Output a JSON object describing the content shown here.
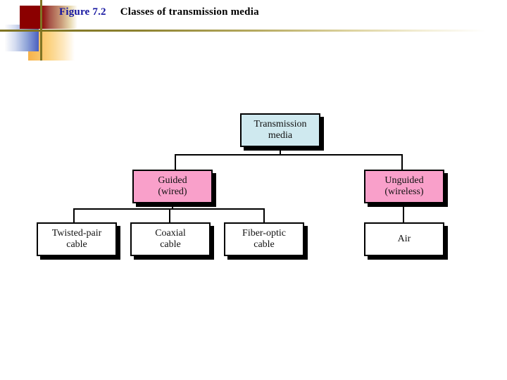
{
  "header": {
    "figure_number": "Figure 7.2",
    "caption": "Classes of transmission media",
    "figure_number_color": "#1414a0",
    "caption_color": "#000000",
    "rule_color": "#807524",
    "decoration": {
      "red_square_color": "#8b0000",
      "blue_square_color": "#4a5fc0",
      "orange_square_color": "#f6b24a",
      "cross_line_color": "#807524"
    }
  },
  "diagram": {
    "type": "tree",
    "root": {
      "id": "transmission-media",
      "label_line1": "Transmission",
      "label_line2": "media",
      "fill": "#cfe9ef"
    },
    "level2": [
      {
        "id": "guided",
        "label_line1": "Guided",
        "label_line2": "(wired)",
        "fill": "#f9a0ca"
      },
      {
        "id": "unguided",
        "label_line1": "Unguided",
        "label_line2": "(wireless)",
        "fill": "#f9a0ca"
      }
    ],
    "level3": [
      {
        "id": "twisted-pair-cable",
        "parent": "guided",
        "label_line1": "Twisted-pair",
        "label_line2": "cable",
        "fill": "#ffffff"
      },
      {
        "id": "coaxial-cable",
        "parent": "guided",
        "label_line1": "Coaxial",
        "label_line2": "cable",
        "fill": "#ffffff"
      },
      {
        "id": "fiber-optic-cable",
        "parent": "guided",
        "label_line1": "Fiber-optic",
        "label_line2": "cable",
        "fill": "#ffffff"
      },
      {
        "id": "air",
        "parent": "unguided",
        "label_line1": "Air",
        "label_line2": "",
        "fill": "#ffffff"
      }
    ]
  }
}
